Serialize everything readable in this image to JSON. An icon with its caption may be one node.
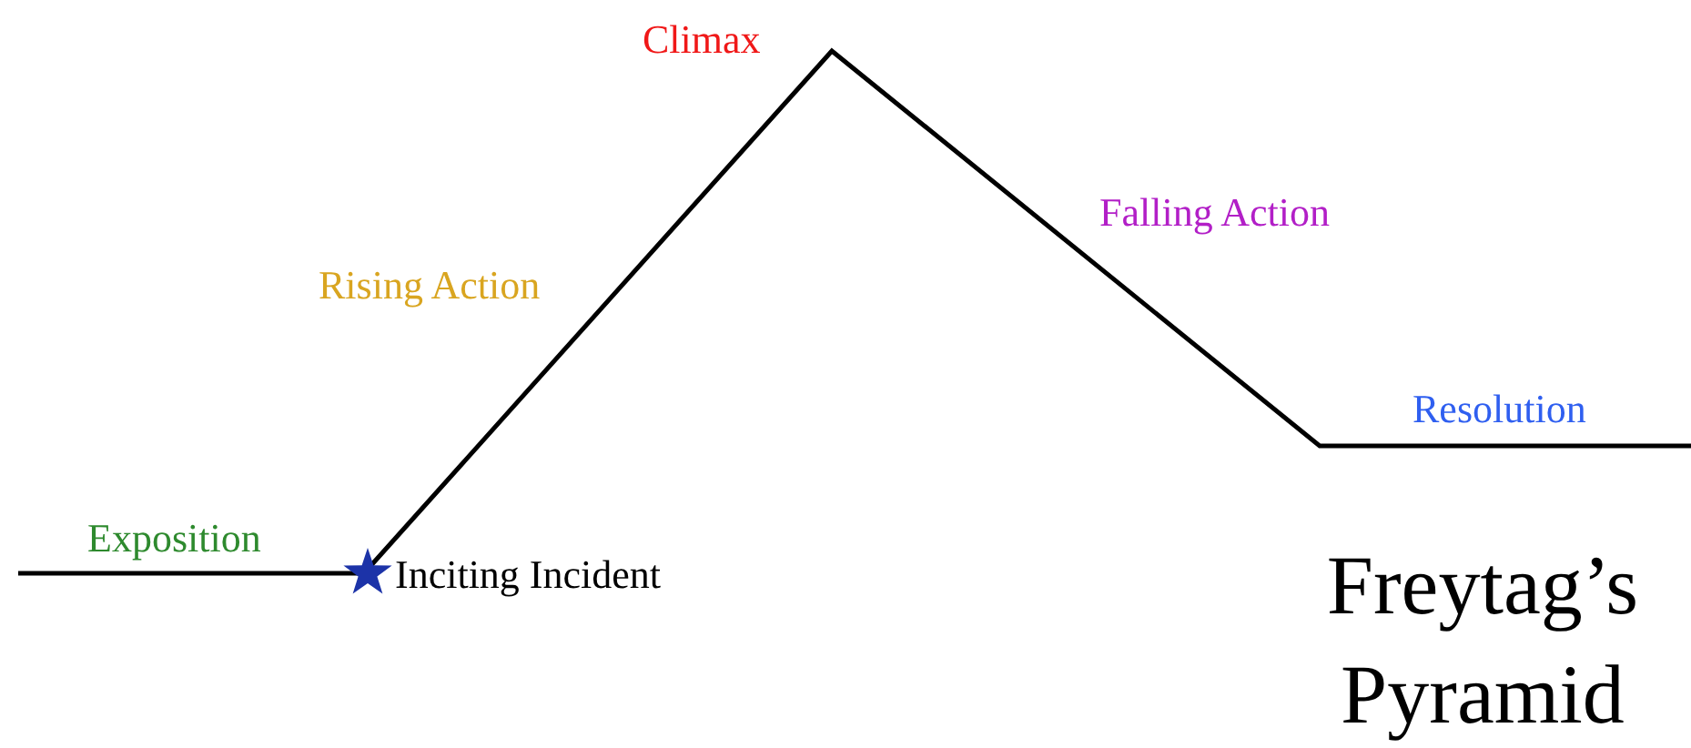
{
  "diagram": {
    "title": "Freytag’s Pyramid",
    "labels": [
      "Climax",
      "Rising Action",
      "Falling Action",
      "Resolution",
      "Exposition",
      "Inciting Incident"
    ]
  }
}
